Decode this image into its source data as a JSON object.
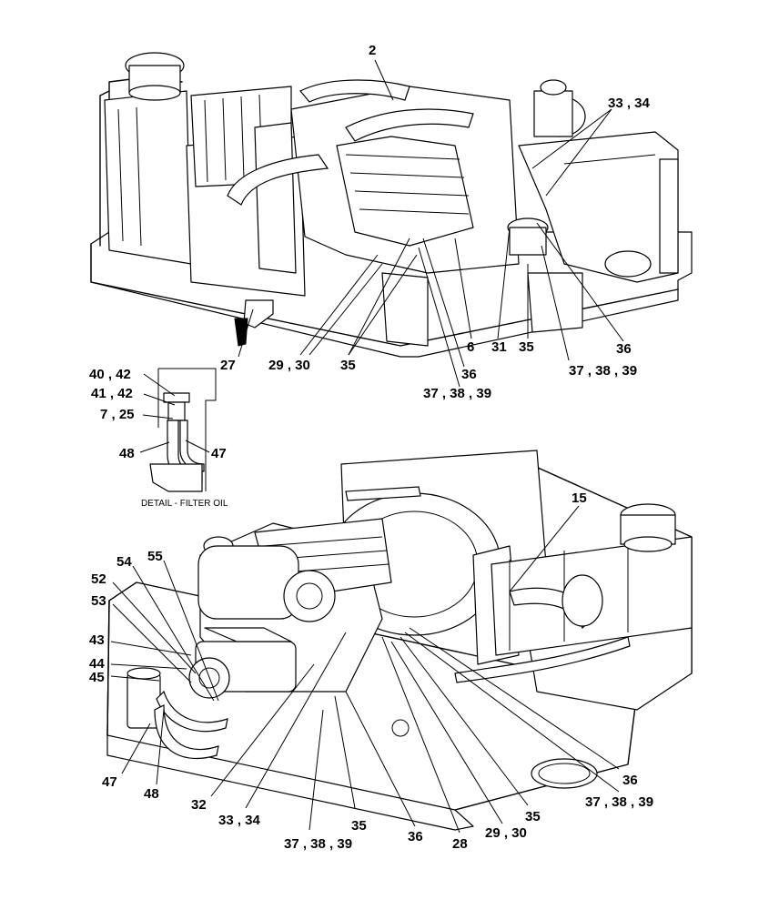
{
  "drawing": {
    "top_view_labels": [
      "2",
      "33 , 34",
      "27",
      "29 , 30",
      "35",
      "6",
      "31",
      "35",
      "36",
      "37 , 38 , 39",
      "36",
      "37 , 38 , 39"
    ],
    "detail_labels": [
      "40 , 42",
      "41 , 42",
      "7 , 25",
      "48",
      "47"
    ],
    "detail_caption": "DETAIL - FILTER OIL",
    "bottom_view_labels": [
      "15",
      "54",
      "55",
      "52",
      "53",
      "43",
      "44",
      "45",
      "47",
      "48",
      "32",
      "33 , 34",
      "37 , 38 , 39",
      "35",
      "36",
      "28",
      "29 , 30",
      "35",
      "37 , 38 , 39",
      "36"
    ]
  }
}
